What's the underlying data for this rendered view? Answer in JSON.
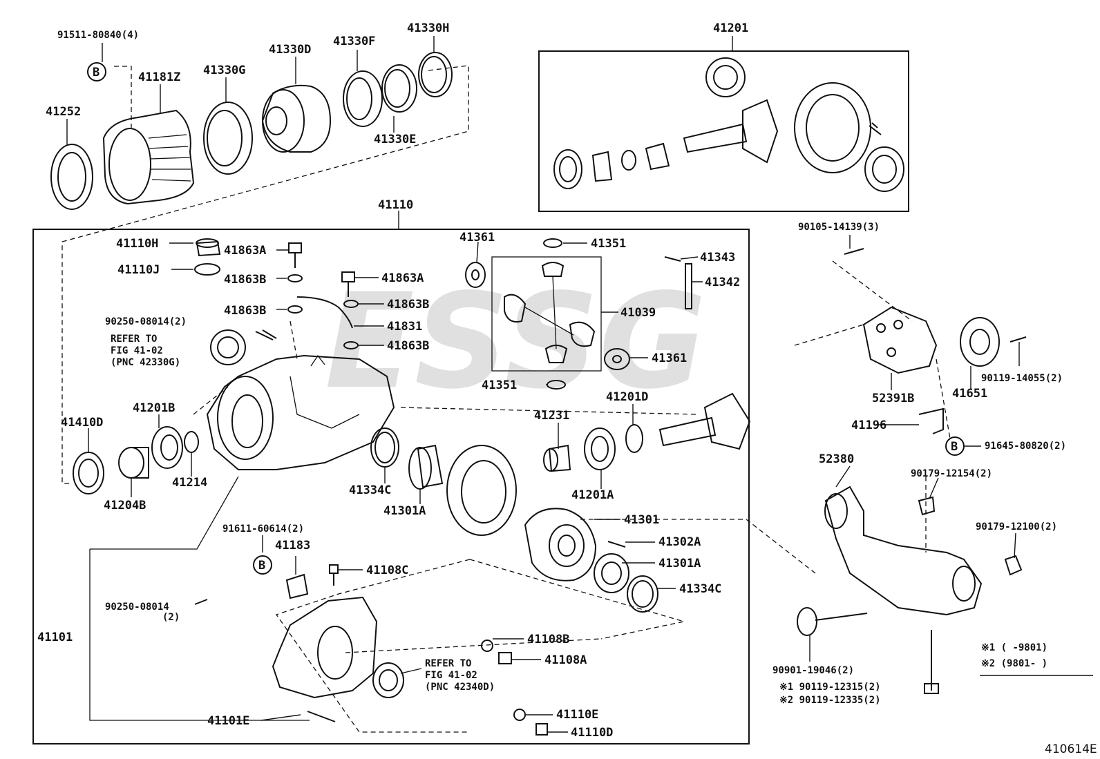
{
  "diagram_code": "410614E",
  "watermark": "ESSG",
  "labels": {
    "p91511": "91511-80840(4)",
    "b1": "B",
    "p41181Z": "41181Z",
    "p41252": "41252",
    "p41330G": "41330G",
    "p41330D": "41330D",
    "p41330F": "41330F",
    "p41330H": "41330H",
    "p41330E": "41330E",
    "p41201": "41201",
    "p41110": "41110",
    "p41110H": "41110H",
    "p41110J": "41110J",
    "p41863A_1": "41863A",
    "p41863B_1": "41863B",
    "p41863A_2": "41863A",
    "p41863B_2": "41863B",
    "p41863B_3": "41863B",
    "p41831": "41831",
    "p41863B_4": "41863B",
    "p90250_top": "90250-08014(2)",
    "refer1_l1": "REFER TO",
    "refer1_l2": "FIG 41-02",
    "refer1_l3": "(PNC 42330G)",
    "p41361_1": "41361",
    "p41351_1": "41351",
    "p41343": "41343",
    "p41342": "41342",
    "p41039": "41039",
    "p41361_2": "41361",
    "p41351_2": "41351",
    "p41201D": "41201D",
    "p41231": "41231",
    "p41201A": "41201A",
    "p41410D": "41410D",
    "p41201B": "41201B",
    "p41214": "41214",
    "p41204B": "41204B",
    "p41334C_1": "41334C",
    "p41301A_1": "41301A",
    "p41301": "41301",
    "p41302A": "41302A",
    "p41301A_2": "41301A",
    "p41334C_2": "41334C",
    "p91611": "91611-60614(2)",
    "p41183": "41183",
    "b2": "B",
    "p41108C": "41108C",
    "p90250_bot_1": "90250-08014",
    "p90250_bot_2": "(2)",
    "p41101": "41101",
    "p41108B": "41108B",
    "p41108A": "41108A",
    "refer2_l1": "REFER TO",
    "refer2_l2": "FIG 41-02",
    "refer2_l3": "(PNC 42340D)",
    "p41101E": "41101E",
    "p41110E": "41110E",
    "p41110D": "41110D",
    "p90105": "90105-14139(3)",
    "p52391B": "52391B",
    "p41651": "41651",
    "p90119_14055": "90119-14055(2)",
    "p41196": "41196",
    "b3": "B",
    "p91645": "91645-80820(2)",
    "p52380": "52380",
    "p90179_12154": "90179-12154(2)",
    "p90179_12100": "90179-12100(2)",
    "p90901": "90901-19046(2)",
    "p90119_12315": "※1 90119-12315(2)",
    "p90119_12335": "※2 90119-12335(2)",
    "legend_1": "※1 (      -9801)",
    "legend_2": "※2 (9801-      )"
  }
}
